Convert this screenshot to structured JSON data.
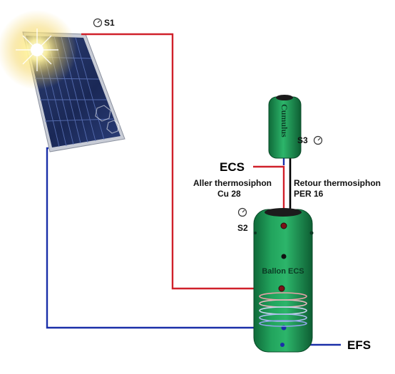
{
  "sensors": {
    "s1": "S1",
    "s2": "S2",
    "s3": "S3"
  },
  "labels": {
    "ecs": "ECS",
    "efs": "EFS",
    "aller_line1": "Aller thermosiphon",
    "aller_line2": "Cu 28",
    "retour_line1": "Retour thermosiphon",
    "retour_line2": "PER 16",
    "tank": "Ballon ECS",
    "small_tank": "Cumulus"
  },
  "icons": {
    "sensor": "gauge-icon",
    "sun": "sun-glare-icon"
  },
  "colors": {
    "hot_pipe": "#d0202a",
    "cold_pipe": "#1a2fa8",
    "return_pipe": "#000000",
    "tank_green": "#1f9a55",
    "panel_blue": "#1b2a55"
  }
}
